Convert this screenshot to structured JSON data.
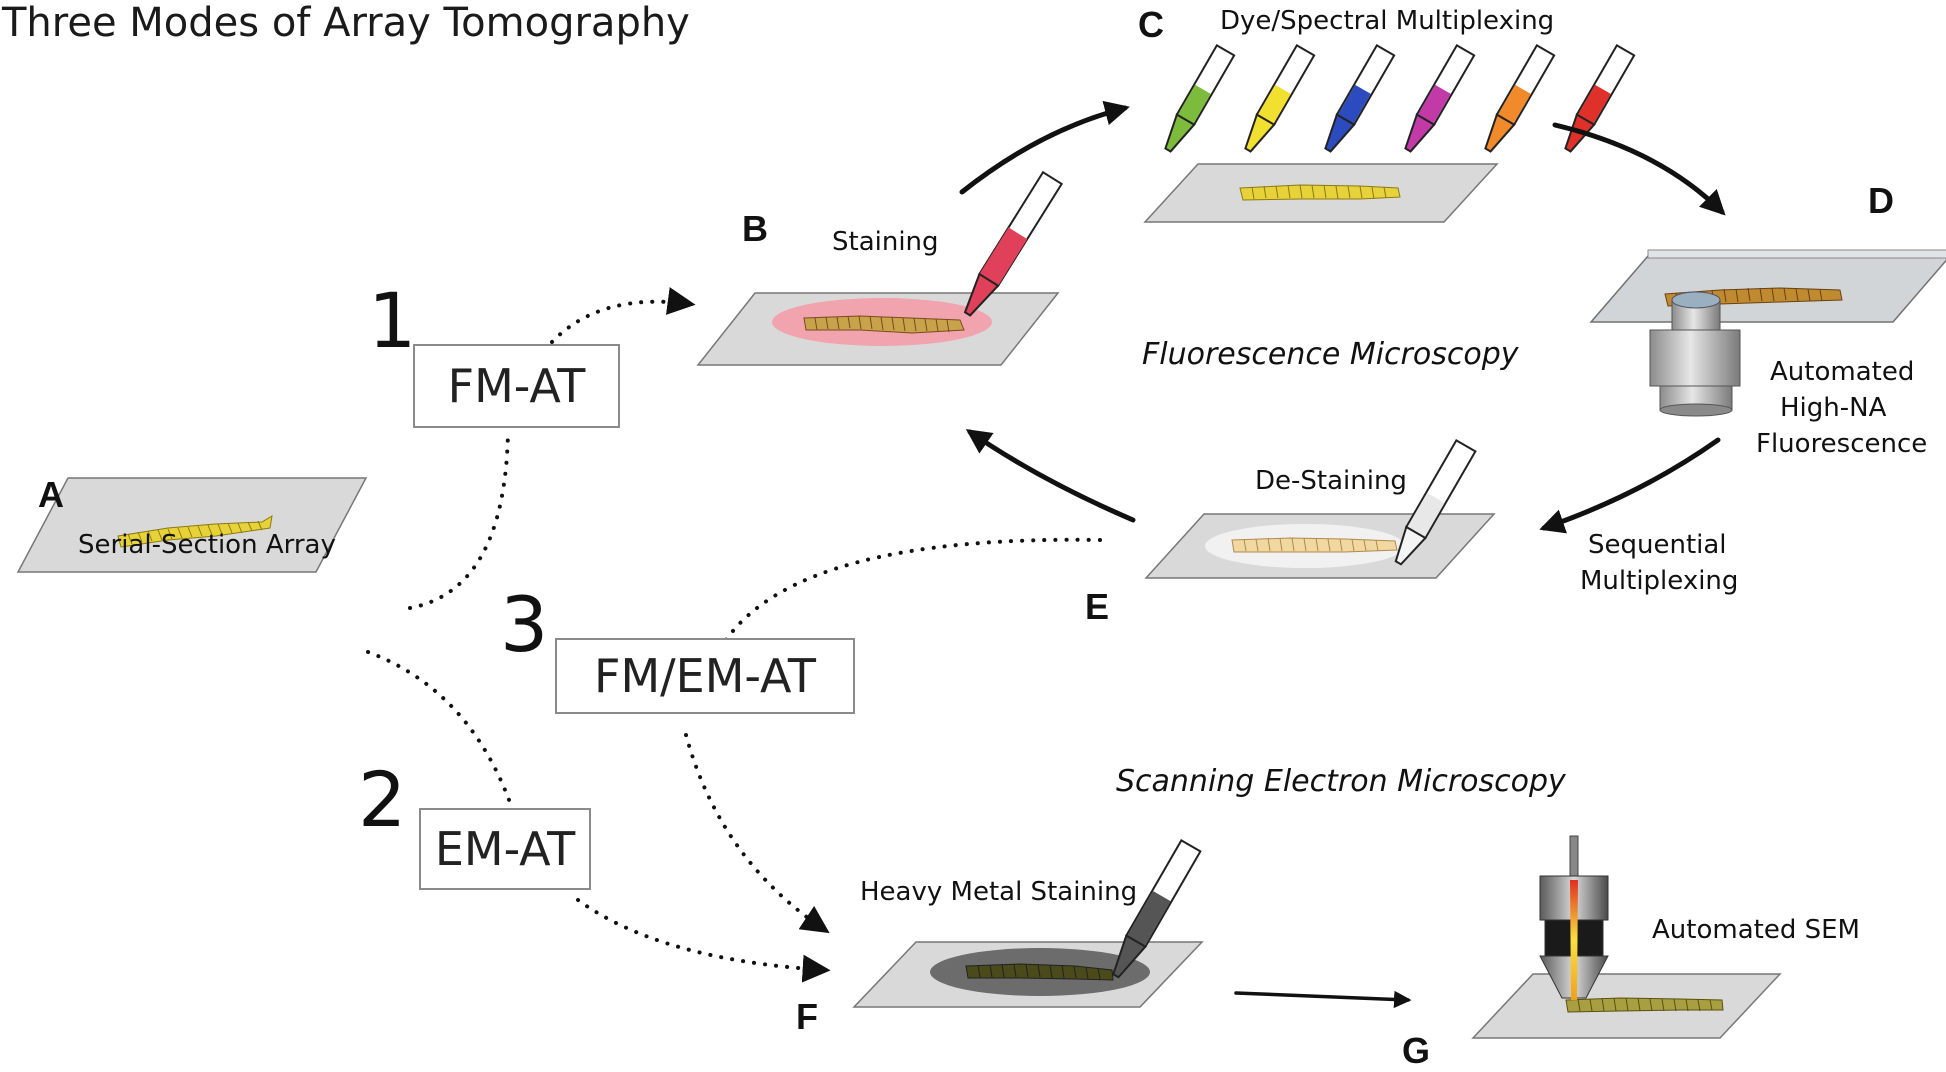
{
  "title": "Three Modes of Array Tomography",
  "panels": {
    "a": {
      "letter": "A",
      "label": "Serial-Section Array"
    },
    "b": {
      "letter": "B",
      "label": "Staining"
    },
    "c": {
      "letter": "C",
      "label": "Dye/Spectral Multiplexing"
    },
    "d": {
      "letter": "D",
      "label_line1": "Automated",
      "label_line2": "High-NA",
      "label_line3": "Fluorescence"
    },
    "e": {
      "letter": "E",
      "label": "De-Staining"
    },
    "f": {
      "letter": "F",
      "label": "Heavy Metal Staining"
    },
    "g": {
      "letter": "G",
      "label": "Automated SEM"
    }
  },
  "sequential": {
    "line1": "Sequential",
    "line2": "Multiplexing"
  },
  "sections": {
    "fm": "Fluorescence Microscopy",
    "sem": "Scanning Electron Microscopy"
  },
  "modes": [
    {
      "number": "1",
      "name": "FM-AT"
    },
    {
      "number": "2",
      "name": "EM-AT"
    },
    {
      "number": "3",
      "name": "FM/EM-AT"
    }
  ],
  "colors": {
    "slide": "#d9d9d9",
    "ribbon": "#e8d23a",
    "stain_red": "#e0405a",
    "stain_halo": "#f2a0ac",
    "pipettes": [
      "#7dbb3c",
      "#f2e030",
      "#2b4bbf",
      "#c23aa8",
      "#f08a2a",
      "#e0302a"
    ],
    "heavy_metal": "#555555",
    "arrow": "#111111"
  }
}
